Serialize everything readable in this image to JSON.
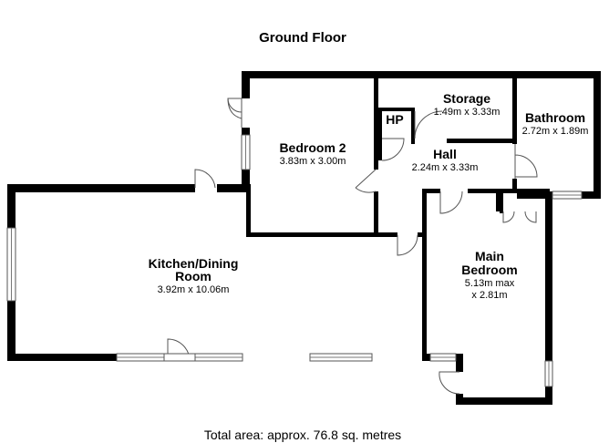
{
  "title": "Ground Floor",
  "total_area": "Total area: approx. 76.8 sq. metres",
  "rooms": {
    "bedroom2": {
      "name": "Bedroom 2",
      "dims": "3.83m x 3.00m"
    },
    "storage": {
      "name": "Storage",
      "dims": "1.49m x 3.33m"
    },
    "bathroom": {
      "name": "Bathroom",
      "dims": "2.72m x 1.89m"
    },
    "hp": {
      "name": "HP"
    },
    "hall": {
      "name": "Hall",
      "dims": "2.24m x 3.33m"
    },
    "kitchen": {
      "name_line1": "Kitchen/Dining",
      "name_line2": "Room",
      "dims": "3.92m x 10.06m"
    },
    "main_bedroom": {
      "name_line1": "Main",
      "name_line2": "Bedroom",
      "dims_line1": "5.13m max",
      "dims_line2": "x 2.81m"
    }
  }
}
